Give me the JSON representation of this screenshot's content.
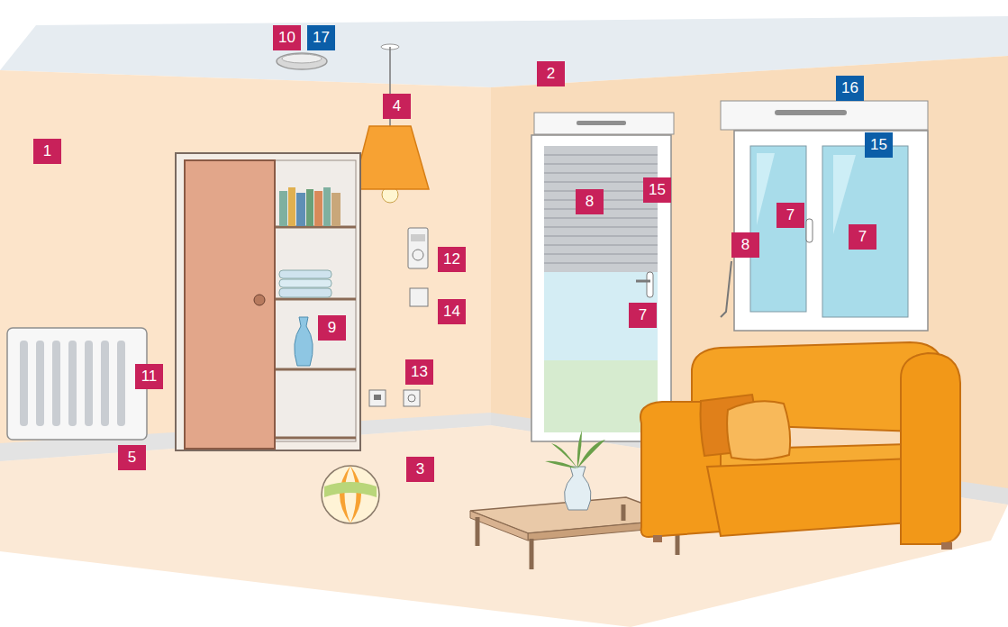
{
  "diagram": {
    "labels": [
      "1",
      "10",
      "17",
      "2",
      "4",
      "16",
      "15",
      "8",
      "15",
      "7",
      "7",
      "8",
      "12",
      "14",
      "9",
      "7",
      "13",
      "11",
      "5",
      "3"
    ]
  }
}
